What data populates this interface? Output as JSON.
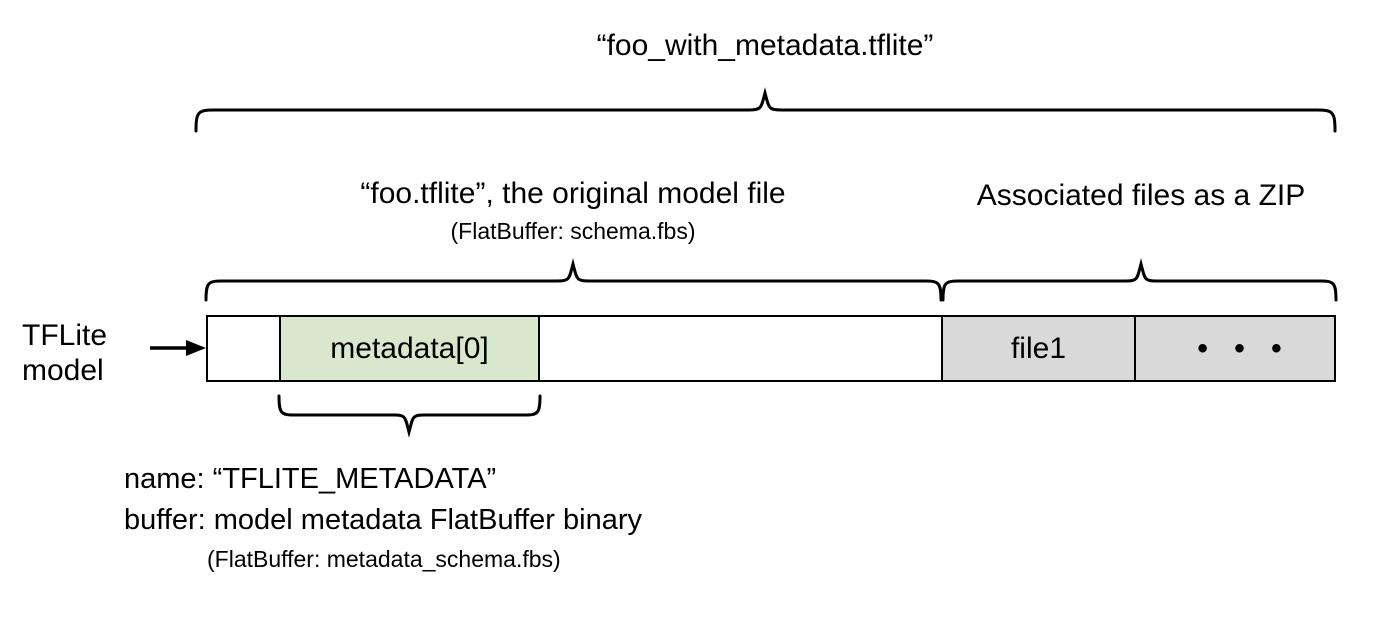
{
  "diagram": {
    "title": "“foo_with_metadata.tflite”",
    "left_label": {
      "line1": "TFLite",
      "line2": "model"
    },
    "sections": [
      {
        "id": "original-model",
        "heading": "“foo.tflite”, the original model file",
        "subheading": "(FlatBuffer: schema.fbs)"
      },
      {
        "id": "associated-files",
        "heading": "Associated files as a ZIP",
        "subheading": ""
      }
    ],
    "blocks": [
      {
        "id": "empty-left",
        "label": "",
        "fill": "#ffffff"
      },
      {
        "id": "metadata",
        "label": "metadata[0]",
        "fill": "#d9e8cd"
      },
      {
        "id": "model-rest",
        "label": "",
        "fill": "#ffffff"
      },
      {
        "id": "file1",
        "label": "file1",
        "fill": "#d9d9d9"
      },
      {
        "id": "more-files",
        "label": "• • •",
        "fill": "#d9d9d9"
      }
    ],
    "metadata_detail": {
      "name_line": "name: “TFLITE_METADATA”",
      "buffer_line": "buffer: model metadata FlatBuffer binary",
      "buffer_sub": "(FlatBuffer: metadata_schema.fbs)"
    },
    "colors": {
      "metadata_green": "#d9e8cd",
      "zip_grey": "#d9d9d9",
      "stroke": "#000000",
      "background": "#ffffff"
    },
    "icons": {
      "arrow": "right-arrow-icon",
      "brace_top": "curly-brace-icon",
      "brace_model": "curly-brace-icon",
      "brace_zip": "curly-brace-icon",
      "brace_metadata": "curly-brace-down-icon"
    }
  }
}
